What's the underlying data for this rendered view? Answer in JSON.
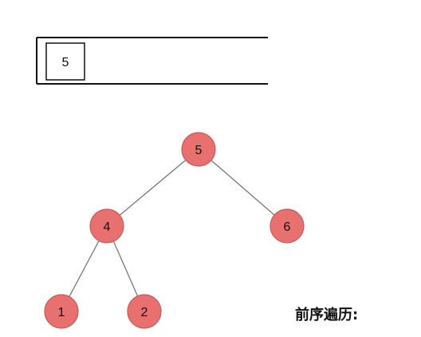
{
  "stack": {
    "items": [
      "5"
    ]
  },
  "tree": {
    "nodes": [
      {
        "id": "n5",
        "label": "5"
      },
      {
        "id": "n4",
        "label": "4"
      },
      {
        "id": "n6",
        "label": "6"
      },
      {
        "id": "n1",
        "label": "1"
      },
      {
        "id": "n2",
        "label": "2"
      }
    ],
    "edges": [
      [
        "n5",
        "n4"
      ],
      [
        "n5",
        "n6"
      ],
      [
        "n4",
        "n1"
      ],
      [
        "n4",
        "n2"
      ]
    ],
    "node_fill": "#e8706f",
    "node_stroke": "#c65a58",
    "edge_color": "#6e6e6e"
  },
  "traversal": {
    "label": "前序遍历:",
    "sequence": []
  }
}
